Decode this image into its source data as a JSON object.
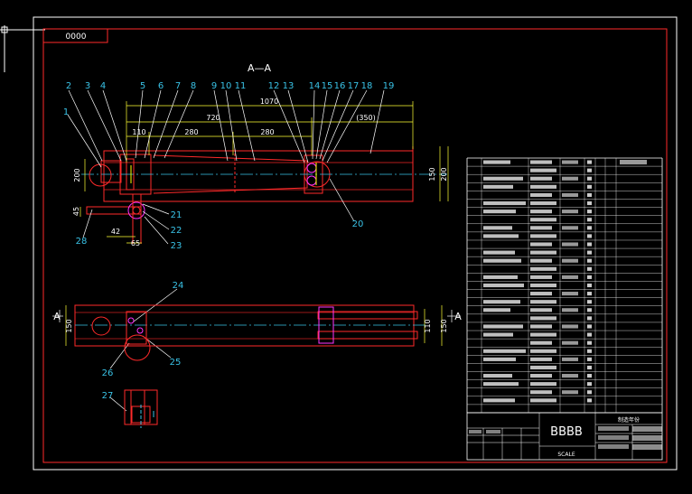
{
  "drawing": {
    "code_box": "0000",
    "section_title": "A—A",
    "section_marker": "A",
    "title_block": {
      "name_cell": "BBBB",
      "scale_cell": "SCALE",
      "header_right": "制造年份"
    },
    "part_labels": [
      "1",
      "2",
      "3",
      "4",
      "5",
      "6",
      "7",
      "8",
      "9",
      "10",
      "11",
      "12",
      "13",
      "14",
      "15",
      "16",
      "17",
      "18",
      "19",
      "20",
      "21",
      "22",
      "23",
      "24",
      "25",
      "26",
      "27",
      "28"
    ],
    "dimensions": {
      "total_length": "1070",
      "d720": "720",
      "d110": "110",
      "d280a": "280",
      "d280b": "280",
      "d350": "(350)",
      "h200_left": "200",
      "h150_right": "150",
      "h200_right": "200",
      "h45": "45",
      "d42": "42",
      "d65": "65",
      "h150_plan_left": "150",
      "h110_plan_right": "110",
      "h150_plan_right": "150"
    }
  },
  "colors": {
    "background": "#000000",
    "frame": "#ff2a2a",
    "label": "#39c2e6",
    "dimension": "#ffffff",
    "leader": "#ffffff",
    "centerline": "#39c2e6",
    "accent_yellow": "#ffff00",
    "accent_magenta": "#ff33ff",
    "dim_line": "#ffff33"
  }
}
